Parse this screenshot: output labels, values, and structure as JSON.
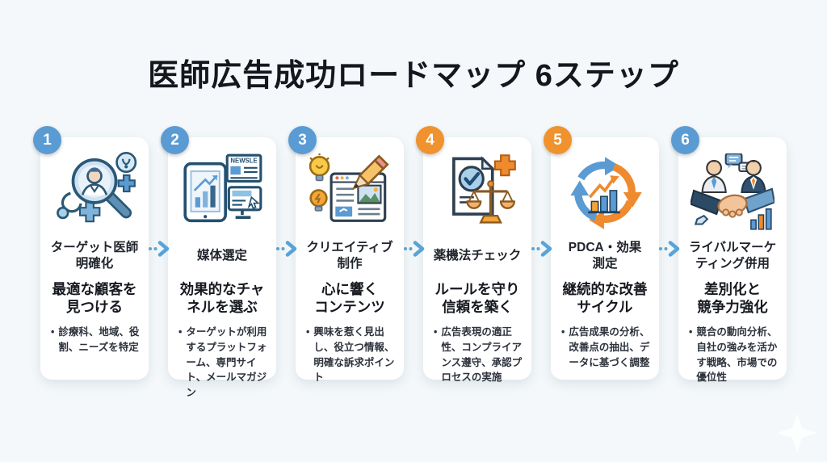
{
  "title": "医師広告成功ロードマップ 6ステップ",
  "ui": {
    "bullet_marker": "•"
  },
  "colors": {
    "background": "#f4f8fa",
    "card": "#ffffff",
    "badge_blue": "#5b9bd3",
    "badge_orange": "#f0922d",
    "arrow_blue": "#58a3d7",
    "title_text": "#14171d"
  },
  "steps": [
    {
      "number": "1",
      "badge_color": "blue",
      "icon": "doctor-search-icon",
      "title": "ターゲット医師\n明確化",
      "subtitle": "最適な顧客を\n見つける",
      "bullet": "診療科、地域、役割、ニーズを特定"
    },
    {
      "number": "2",
      "badge_color": "blue",
      "icon": "media-devices-icon",
      "newspaper_label": "NEWSLE",
      "title": "媒体選定",
      "subtitle": "効果的なチャ\nネルを選ぶ",
      "bullet": "ターゲットが利用するプラットフォーム、専門サイト、メールマガジン"
    },
    {
      "number": "3",
      "badge_color": "blue",
      "icon": "creative-content-icon",
      "title": "クリエイティブ\n制作",
      "subtitle": "心に響く\nコンテンツ",
      "bullet": "興味を惹く見出し、役立つ情報、明確な訴求ポイント"
    },
    {
      "number": "4",
      "badge_color": "orange",
      "icon": "legal-scales-icon",
      "title": "薬機法チェック",
      "subtitle": "ルールを守り\n信頼を築く",
      "bullet": "広告表現の適正性、コンプライアンス遵守、承認プロセスの実施"
    },
    {
      "number": "5",
      "badge_color": "orange",
      "icon": "pdca-cycle-icon",
      "title": "PDCA・効果\n測定",
      "subtitle": "継続的な改善\nサイクル",
      "bullet": "広告成果の分析、改善点の抽出、データに基づく調整"
    },
    {
      "number": "6",
      "badge_color": "blue",
      "icon": "handshake-icon",
      "title": "ライバルマーケ\nティング併用",
      "subtitle": "差別化と\n競争力強化",
      "bullet": "競合の動向分析、自社の強みを活かす戦略、市場での優位性"
    }
  ],
  "decoration": {
    "sparkle": "four-point-sparkle"
  }
}
